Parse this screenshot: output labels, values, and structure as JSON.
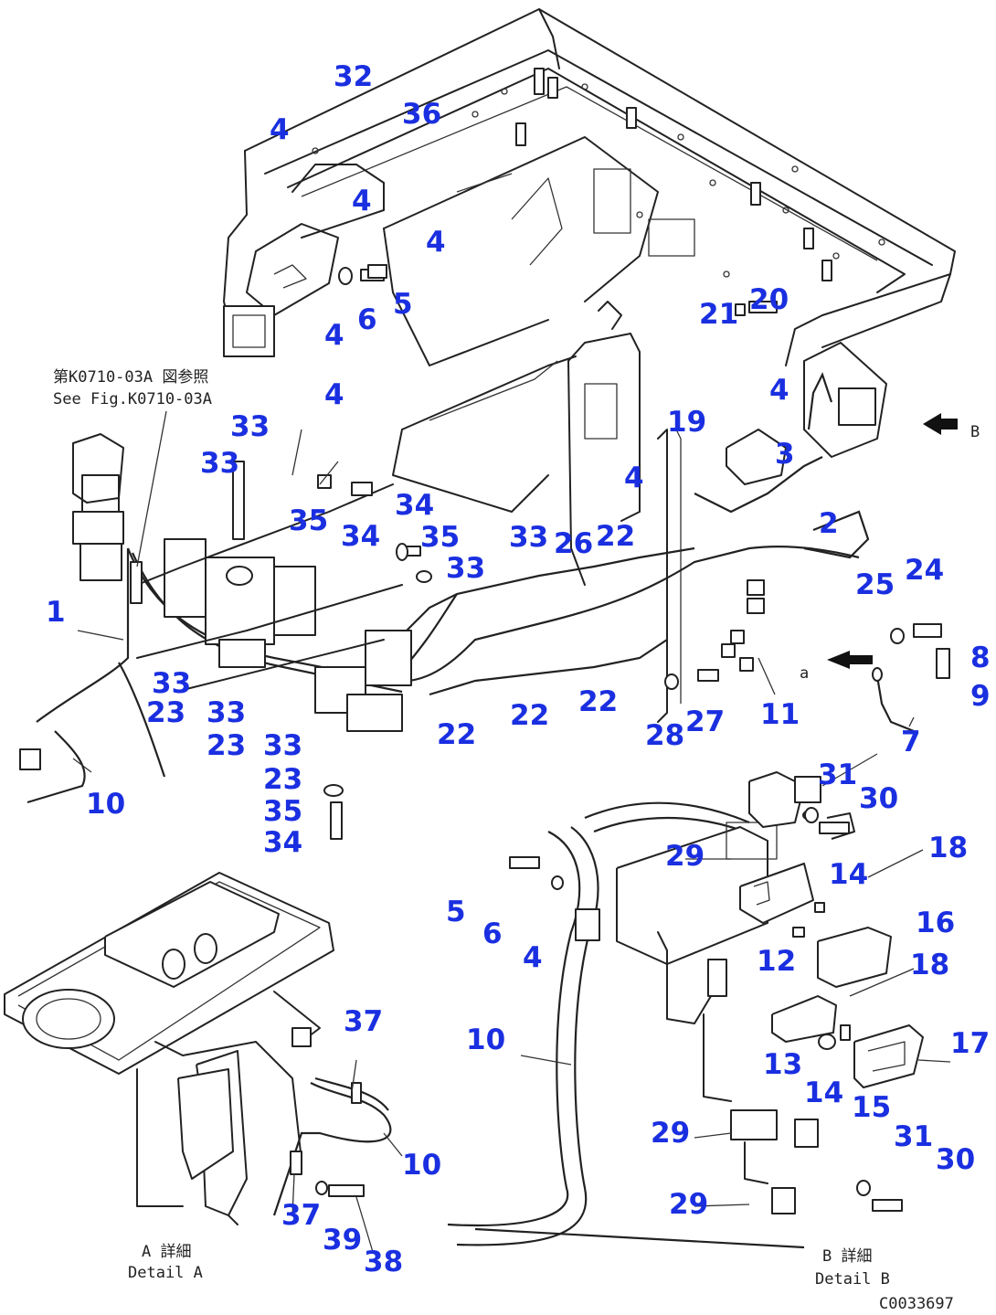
{
  "figure_note": {
    "line1": "第K0710-03A 図参照",
    "line2": "See Fig.K0710-03A"
  },
  "detail_a": {
    "jp": "A 詳細",
    "en": "Detail A",
    "marker": "A"
  },
  "detail_b": {
    "jp": "B 詳細",
    "en": "Detail B",
    "marker": "B"
  },
  "view_a_marker": "a",
  "drawing_number": "C0033697",
  "callouts": [
    {
      "id": "c32a",
      "text": "32"
    },
    {
      "id": "c36a",
      "text": "36"
    },
    {
      "id": "c4a",
      "text": "4"
    },
    {
      "id": "c4b",
      "text": "4"
    },
    {
      "id": "c4c",
      "text": "4"
    },
    {
      "id": "c5a",
      "text": "5"
    },
    {
      "id": "c6a",
      "text": "6"
    },
    {
      "id": "c4d",
      "text": "4"
    },
    {
      "id": "c4e",
      "text": "4"
    },
    {
      "id": "c21a",
      "text": "21"
    },
    {
      "id": "c20a",
      "text": "20"
    },
    {
      "id": "c4f",
      "text": "4"
    },
    {
      "id": "c19a",
      "text": "19"
    },
    {
      "id": "c3a",
      "text": "3"
    },
    {
      "id": "c4g",
      "text": "4"
    },
    {
      "id": "c2a",
      "text": "2"
    },
    {
      "id": "c33a",
      "text": "33"
    },
    {
      "id": "c33b",
      "text": "33"
    },
    {
      "id": "c35a",
      "text": "35"
    },
    {
      "id": "c34a",
      "text": "34"
    },
    {
      "id": "c34b",
      "text": "34"
    },
    {
      "id": "c35b",
      "text": "35"
    },
    {
      "id": "c33c",
      "text": "33"
    },
    {
      "id": "c33d",
      "text": "33"
    },
    {
      "id": "c26a",
      "text": "26"
    },
    {
      "id": "c22a",
      "text": "22"
    },
    {
      "id": "c25a",
      "text": "25"
    },
    {
      "id": "c24a",
      "text": "24"
    },
    {
      "id": "c1a",
      "text": "1"
    },
    {
      "id": "c8a",
      "text": "8"
    },
    {
      "id": "c9a",
      "text": "9"
    },
    {
      "id": "c33e",
      "text": "33"
    },
    {
      "id": "c23a",
      "text": "23"
    },
    {
      "id": "c33f",
      "text": "33"
    },
    {
      "id": "c23b",
      "text": "23"
    },
    {
      "id": "c33g",
      "text": "33"
    },
    {
      "id": "c23c",
      "text": "23"
    },
    {
      "id": "c22b",
      "text": "22"
    },
    {
      "id": "c22c",
      "text": "22"
    },
    {
      "id": "c22d",
      "text": "22"
    },
    {
      "id": "c28a",
      "text": "28"
    },
    {
      "id": "c27a",
      "text": "27"
    },
    {
      "id": "c11a",
      "text": "11"
    },
    {
      "id": "c7a",
      "text": "7"
    },
    {
      "id": "c10a",
      "text": "10"
    },
    {
      "id": "c35c",
      "text": "35"
    },
    {
      "id": "c34c",
      "text": "34"
    },
    {
      "id": "c31a",
      "text": "31"
    },
    {
      "id": "c30a",
      "text": "30"
    },
    {
      "id": "c18a",
      "text": "18"
    },
    {
      "id": "c29a",
      "text": "29"
    },
    {
      "id": "c14a",
      "text": "14"
    },
    {
      "id": "c16a",
      "text": "16"
    },
    {
      "id": "c5b",
      "text": "5"
    },
    {
      "id": "c6b",
      "text": "6"
    },
    {
      "id": "c4h",
      "text": "4"
    },
    {
      "id": "c12a",
      "text": "12"
    },
    {
      "id": "c18b",
      "text": "18"
    },
    {
      "id": "c10b",
      "text": "10"
    },
    {
      "id": "c13a",
      "text": "13"
    },
    {
      "id": "c14b",
      "text": "14"
    },
    {
      "id": "c17a",
      "text": "17"
    },
    {
      "id": "c15a",
      "text": "15"
    },
    {
      "id": "c37a",
      "text": "37"
    },
    {
      "id": "c10c",
      "text": "10"
    },
    {
      "id": "c29b",
      "text": "29"
    },
    {
      "id": "c31b",
      "text": "31"
    },
    {
      "id": "c30b",
      "text": "30"
    },
    {
      "id": "c29c",
      "text": "29"
    },
    {
      "id": "c37b",
      "text": "37"
    },
    {
      "id": "c39a",
      "text": "39"
    },
    {
      "id": "c38a",
      "text": "38"
    }
  ]
}
